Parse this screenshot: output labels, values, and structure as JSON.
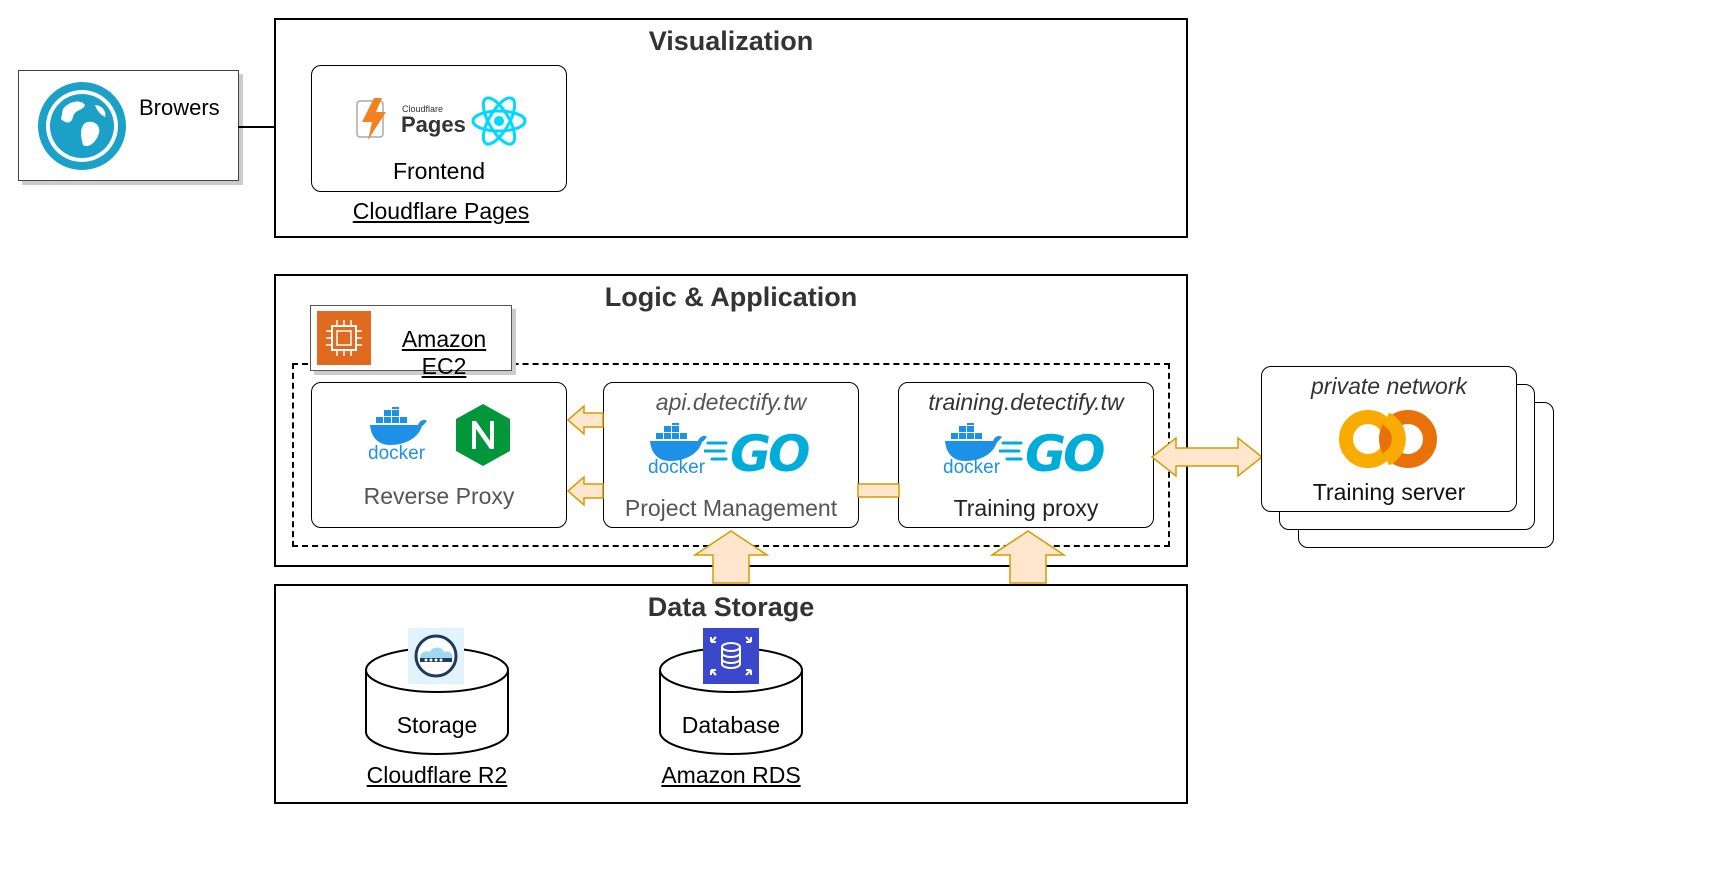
{
  "browser": {
    "label": "Browers"
  },
  "visualization": {
    "title": "Visualization",
    "frontend_label": "Frontend",
    "pages_small": "Cloudflare",
    "pages_big": "Pages",
    "service_link": "Cloudflare Pages"
  },
  "logic": {
    "title": "Logic & Application",
    "ec2_label": "Amazon EC2",
    "reverse_proxy": {
      "label": "Reverse Proxy",
      "docker": "docker"
    },
    "project_management": {
      "domain": "api.detectify.tw",
      "label": "Project Management",
      "docker": "docker",
      "go": "GO"
    },
    "training_proxy": {
      "domain": "training.detectify.tw",
      "label": "Training proxy",
      "docker": "docker",
      "go": "GO"
    }
  },
  "training_server": {
    "network": "private network",
    "label": "Training server",
    "logo": "CO"
  },
  "storage": {
    "title": "Data Storage",
    "storage": {
      "label": "Storage",
      "service": "Cloudflare R2"
    },
    "database": {
      "label": "Database",
      "service": "Amazon RDS"
    }
  },
  "colors": {
    "docker": "#1D91E6",
    "go": "#00ADD8",
    "react": "#00D8FF",
    "nginx": "#009639",
    "aws_orange": "#E06A1F",
    "rds_blue": "#3B48CC",
    "arrow_fill": "#FFE6CC",
    "arrow_stroke": "#D79B00",
    "globe": "#1BA1C8",
    "colab_orange": "#F9AB00",
    "colab_dark": "#E8710A"
  }
}
